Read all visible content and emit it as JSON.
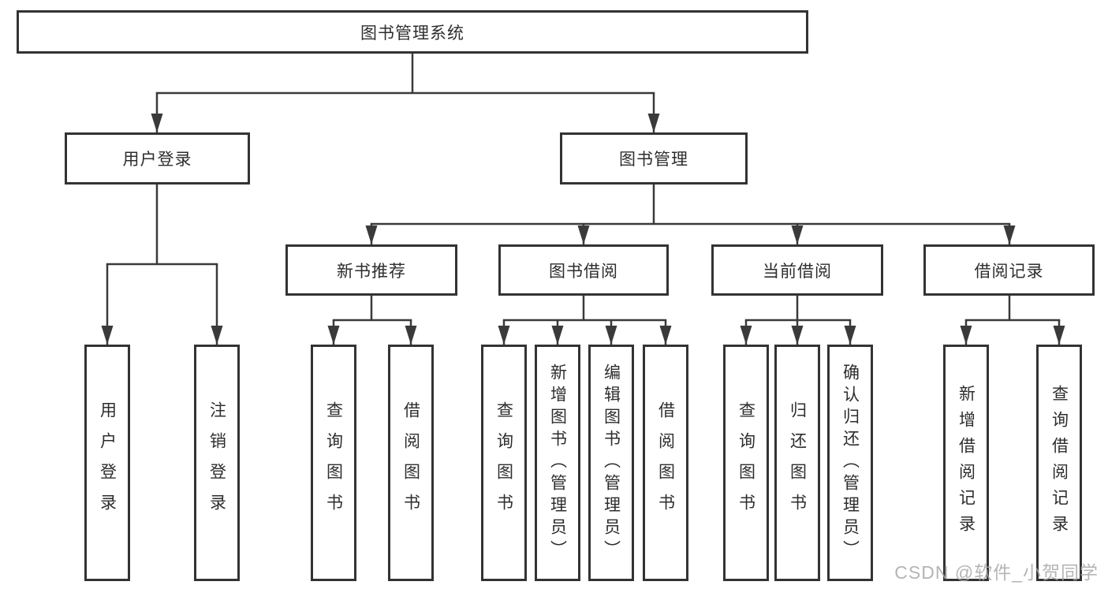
{
  "root": {
    "label": "图书管理系统"
  },
  "level2": [
    {
      "label": "用户登录"
    },
    {
      "label": "图书管理"
    }
  ],
  "level3": [
    {
      "label": "新书推荐",
      "parent": "图书管理"
    },
    {
      "label": "图书借阅",
      "parent": "图书管理"
    },
    {
      "label": "当前借阅",
      "parent": "图书管理"
    },
    {
      "label": "借阅记录",
      "parent": "图书管理"
    }
  ],
  "leaves": [
    {
      "label": "用户登录",
      "parent": "用户登录"
    },
    {
      "label": "注销登录",
      "parent": "用户登录"
    },
    {
      "label": "查询图书",
      "parent": "新书推荐"
    },
    {
      "label": "借阅图书",
      "parent": "新书推荐"
    },
    {
      "label": "查询图书",
      "parent": "图书借阅"
    },
    {
      "label": "新增图书（管理员）",
      "parent": "图书借阅"
    },
    {
      "label": "编辑图书（管理员）",
      "parent": "图书借阅"
    },
    {
      "label": "借阅图书",
      "parent": "图书借阅"
    },
    {
      "label": "查询图书",
      "parent": "当前借阅"
    },
    {
      "label": "归还图书",
      "parent": "当前借阅"
    },
    {
      "label": "确认归还（管理员）",
      "parent": "当前借阅"
    },
    {
      "label": "新增借阅记录",
      "parent": "借阅记录"
    },
    {
      "label": "查询借阅记录",
      "parent": "借阅记录"
    }
  ],
  "watermark": "CSDN @软件_小贺同学",
  "colors": {
    "background": "#ffffff",
    "border": "#333333",
    "line": "#3a3a3a",
    "text": "#2d2d2d",
    "watermark": "#a8a8a8"
  }
}
